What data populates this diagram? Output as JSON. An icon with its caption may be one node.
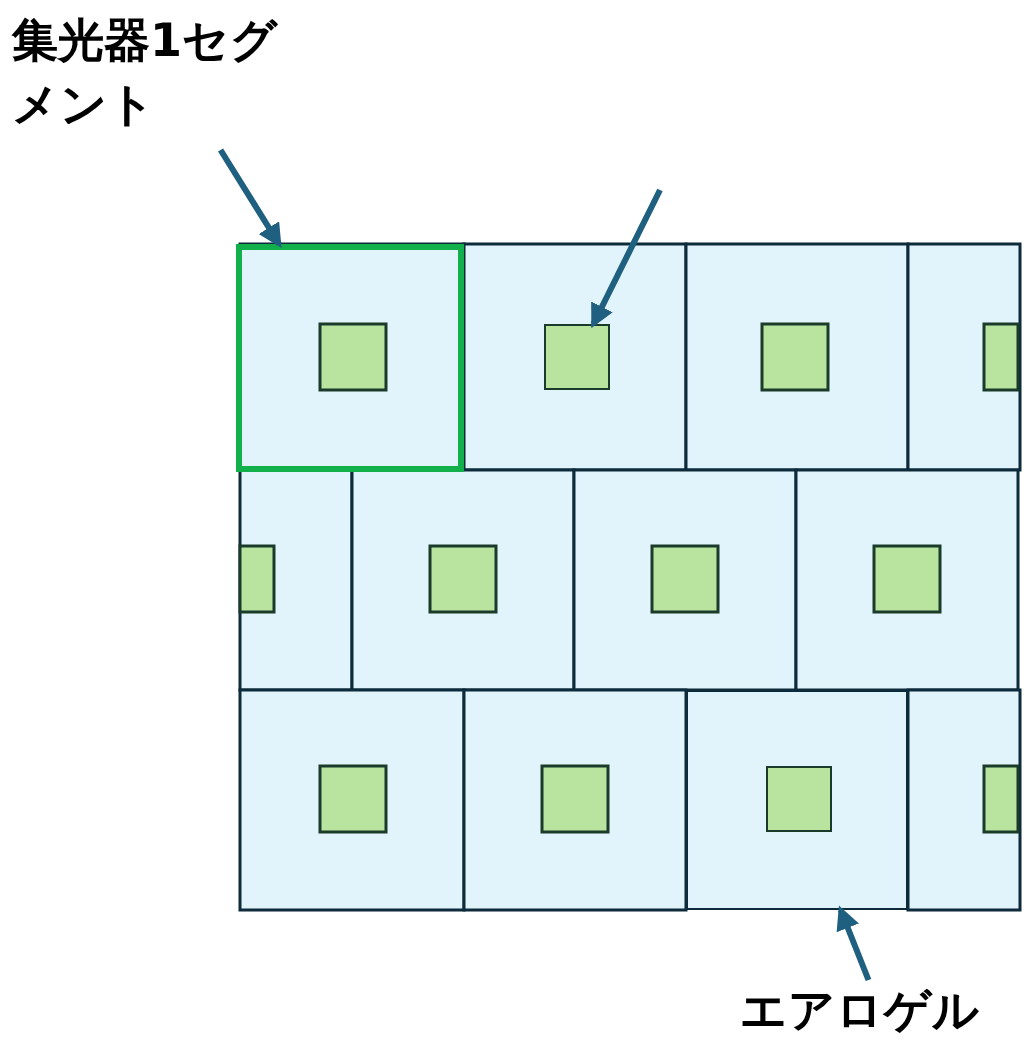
{
  "diagram": {
    "nodes": [
      {
        "text": [
          "集光器1セグメント"
        ]
      },
      {
        "text": [
          "エアロゲル"
        ]
      },
      {
        "text": [],
        "shape": "box"
      },
      {
        "text": [],
        "shape": "box"
      },
      {
        "text": [],
        "shape": "box"
      }
    ],
    "edges": [
      {
        "from": 0,
        "to": 2,
        "arrow": "to"
      },
      {
        "from": null,
        "to": 3,
        "arrow": "to"
      },
      {
        "from": 1,
        "to": 4,
        "arrow": "to"
      }
    ]
  }
}
